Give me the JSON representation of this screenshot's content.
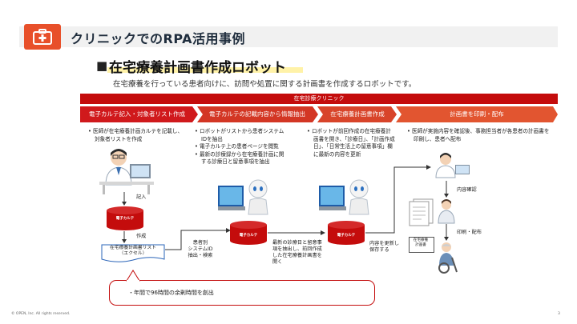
{
  "header": {
    "title": "クリニックでのRPA活用事例",
    "icon": "first-aid-kit-icon",
    "accent": "#e8502a"
  },
  "section": {
    "marker": "■",
    "title": "在宅療養計画書作成ロボット",
    "description": "在宅療養を行っている患者向けに、訪問や処置に関する計画書を作成するロボットです。"
  },
  "clinic_label": "在宅診療クリニック",
  "steps": [
    {
      "label": "電子カルテ記入・対象者リスト作成"
    },
    {
      "label": "電子カルテの記載内容から情報抽出"
    },
    {
      "label": "在宅療養計画書作成"
    },
    {
      "label": "計画書を印刷・配布"
    }
  ],
  "step_colors": [
    "#d0191c",
    "#d33624",
    "#d8442a",
    "#e25530"
  ],
  "bullets": {
    "step1": [
      "医師が在宅療養計画カルテを記載し、対象者リストを作成"
    ],
    "step2": [
      "ロボットがリストから患者システムIDを抽出",
      "電子カルテ上の患者ページを閲覧",
      "最新の診療録から在宅療養計画に関する診療日と留意事項を抽出"
    ],
    "step3": [
      "ロボットが前回作成の在宅療養計画書を開き、「診療日」、「計画作成日」、「日常生活上の留意事項」欄に最新の内容を更新"
    ],
    "step4": [
      "医師が実施内容を確認後、事務担当者が各患者の計画書を印刷し、患者へ配布"
    ]
  },
  "flow": {
    "record_label": "記入",
    "create_label": "作成",
    "db_label": "電子カルテ",
    "list_doc": "在宅療養計画書リスト\n（エクセル）",
    "extract_label": "患者別\nシステムID\n抽出・検索",
    "update_label": "最新の診療日と留意事項を抽出し、前回作成した在宅療養計画書を開く",
    "save_label": "内容を更新し\n保存する",
    "plan_doc": "在宅療養\n計画書",
    "confirm_label": "内容確認",
    "print_label": "印刷・配布"
  },
  "callout": "・年間で96時間の余剰時間を創出",
  "footer": {
    "copyright": "© OPEN, Inc. All rights reserved.",
    "page": "3"
  }
}
